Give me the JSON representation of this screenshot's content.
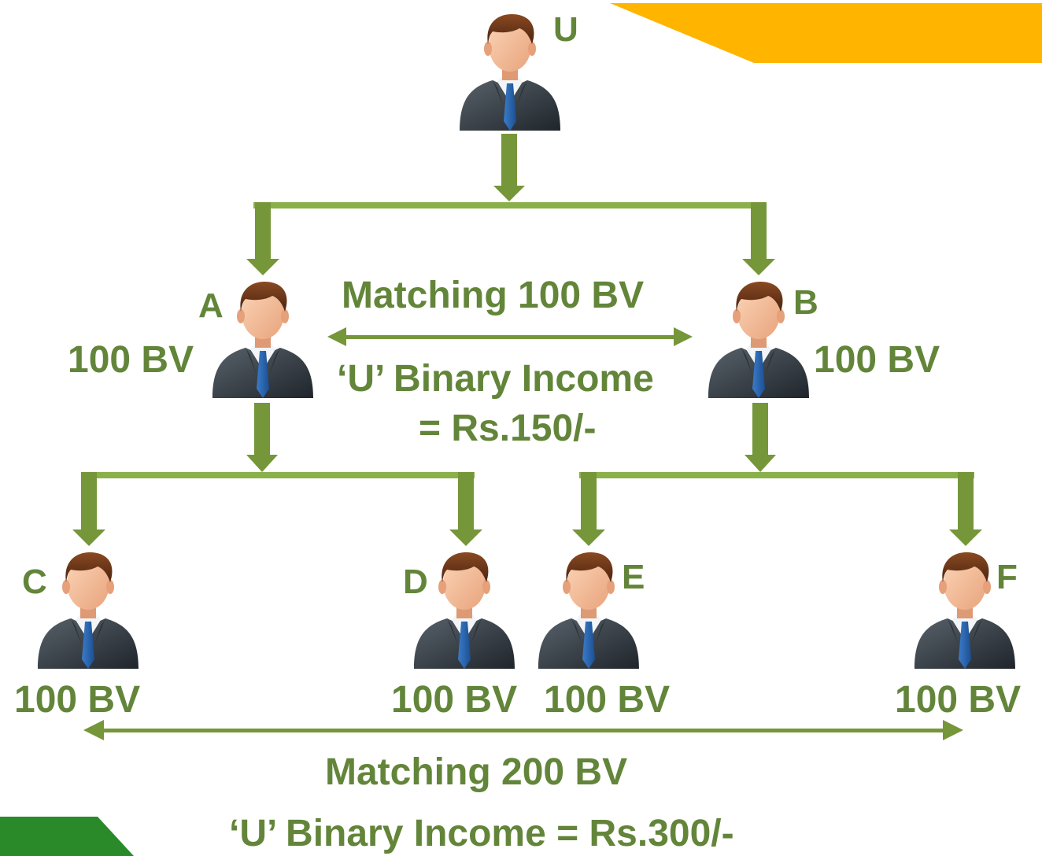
{
  "colors": {
    "accent_yellow": "#ffb400",
    "accent_green": "#2a8a2a",
    "text_green": "#63853a",
    "arrow_green": "#76963a",
    "line_green": "#8ab04a"
  },
  "nodes": {
    "u": {
      "letter": "U"
    },
    "a": {
      "letter": "A",
      "bv": "100 BV"
    },
    "b": {
      "letter": "B",
      "bv": "100 BV"
    },
    "c": {
      "letter": "C",
      "bv": "100 BV"
    },
    "d": {
      "letter": "D",
      "bv": "100 BV"
    },
    "e": {
      "letter": "E",
      "bv": "100 BV"
    },
    "f": {
      "letter": "F",
      "bv": "100 BV"
    }
  },
  "level1": {
    "matching": "Matching 100 BV",
    "income_line1": "‘U’ Binary Income",
    "income_line2": "= Rs.150/-"
  },
  "level2": {
    "matching": "Matching 200 BV",
    "income": "‘U’ Binary Income = Rs.300/-"
  },
  "icons": {
    "person": "businessman-icon"
  }
}
